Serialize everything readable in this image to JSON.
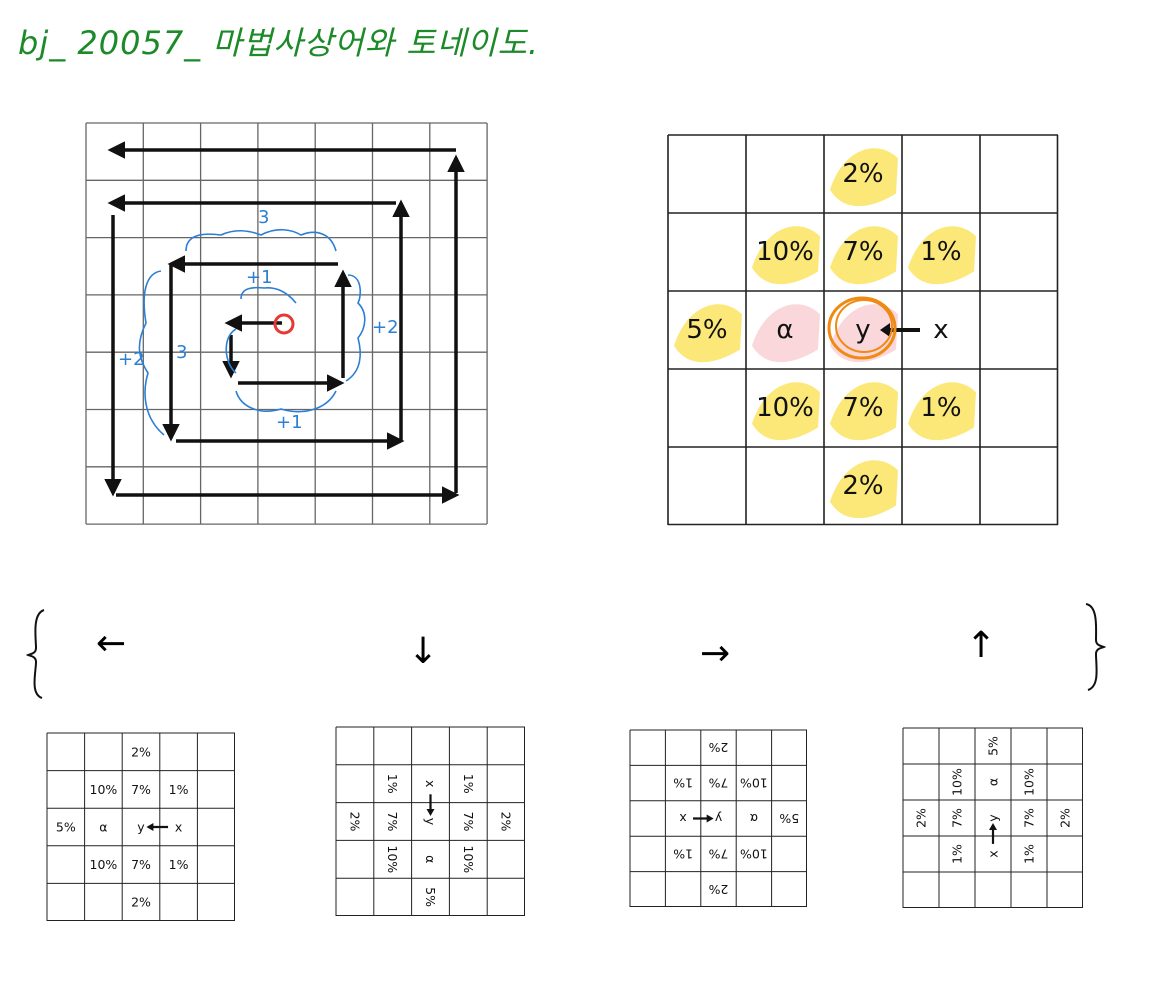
{
  "title": "bj_ 20057_ 마법사상어와 토네이도.",
  "spiral": {
    "annotations": [
      "3",
      "+1",
      "+2",
      "3",
      "+1",
      "+2"
    ]
  },
  "big_grid": {
    "cells": [
      [
        "",
        "",
        "2%",
        "",
        ""
      ],
      [
        "",
        "10%",
        "7%",
        "1%",
        ""
      ],
      [
        "5%",
        "α",
        "y",
        "x",
        ""
      ],
      [
        "",
        "10%",
        "7%",
        "1%",
        ""
      ],
      [
        "",
        "",
        "2%",
        "",
        ""
      ]
    ]
  },
  "directions": [
    "←",
    "↓",
    "→",
    "↑"
  ],
  "small_grids": [
    {
      "cells": [
        [
          "",
          "",
          "2%",
          "",
          ""
        ],
        [
          "",
          "10%",
          "7%",
          "1%",
          ""
        ],
        [
          "5%",
          "α",
          "y",
          "x",
          ""
        ],
        [
          "",
          "10%",
          "7%",
          "1%",
          ""
        ],
        [
          "",
          "",
          "2%",
          "",
          ""
        ]
      ]
    },
    {
      "cells": [
        [
          "",
          "",
          "",
          "",
          ""
        ],
        [
          "",
          "1%",
          "x",
          "1%",
          ""
        ],
        [
          "2%",
          "7%",
          "y",
          "7%",
          "2%"
        ],
        [
          "",
          "10%",
          "α",
          "10%",
          ""
        ],
        [
          "",
          "",
          "5%",
          "",
          ""
        ]
      ]
    },
    {
      "cells": [
        [
          "",
          "",
          "2%",
          "",
          ""
        ],
        [
          "",
          "1%",
          "7%",
          "10%",
          ""
        ],
        [
          "",
          "x",
          "y",
          "α",
          "5%"
        ],
        [
          "",
          "1%",
          "7%",
          "10%",
          ""
        ],
        [
          "",
          "",
          "2%",
          "",
          ""
        ]
      ]
    },
    {
      "cells": [
        [
          "",
          "",
          "5%",
          "",
          ""
        ],
        [
          "",
          "10%",
          "α",
          "10%",
          ""
        ],
        [
          "2%",
          "7%",
          "y",
          "7%",
          "2%"
        ],
        [
          "",
          "1%",
          "x",
          "1%",
          ""
        ],
        [
          "",
          "",
          "",
          "",
          ""
        ]
      ]
    }
  ]
}
